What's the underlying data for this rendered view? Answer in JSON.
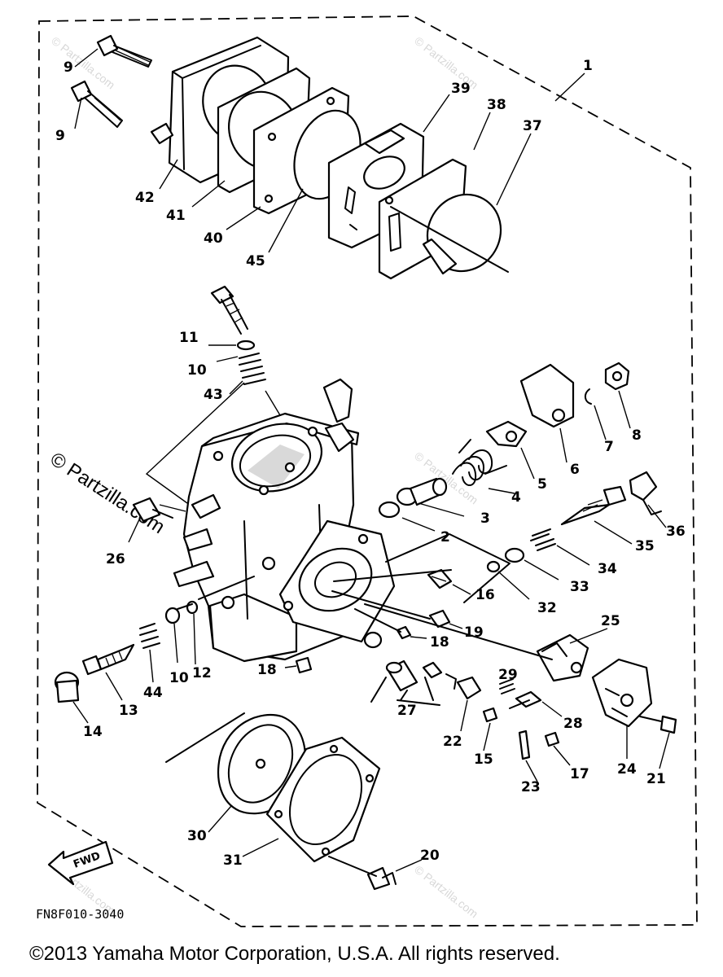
{
  "diagram": {
    "assembly_callout": "1",
    "part_numbers": [
      "2",
      "3",
      "4",
      "5",
      "6",
      "7",
      "8",
      "9",
      "9",
      "10",
      "10",
      "11",
      "12",
      "13",
      "14",
      "15",
      "16",
      "17",
      "18",
      "18",
      "19",
      "20",
      "21",
      "22",
      "23",
      "24",
      "25",
      "26",
      "27",
      "28",
      "29",
      "30",
      "31",
      "32",
      "33",
      "34",
      "35",
      "36",
      "37",
      "38",
      "39",
      "40",
      "41",
      "42",
      "43",
      "44",
      "45"
    ],
    "figure_code": "FN8F010-3040",
    "direction_marker": "FWD",
    "watermark": "© Partzilla.com",
    "watermark_small": "© Partzilla.com"
  },
  "footer": {
    "copyright": "©2013 Yamaha Motor Corporation, U.S.A. All rights reserved."
  },
  "colors": {
    "ink": "#000000",
    "background": "#ffffff",
    "watermark": "#d8d8d8"
  }
}
